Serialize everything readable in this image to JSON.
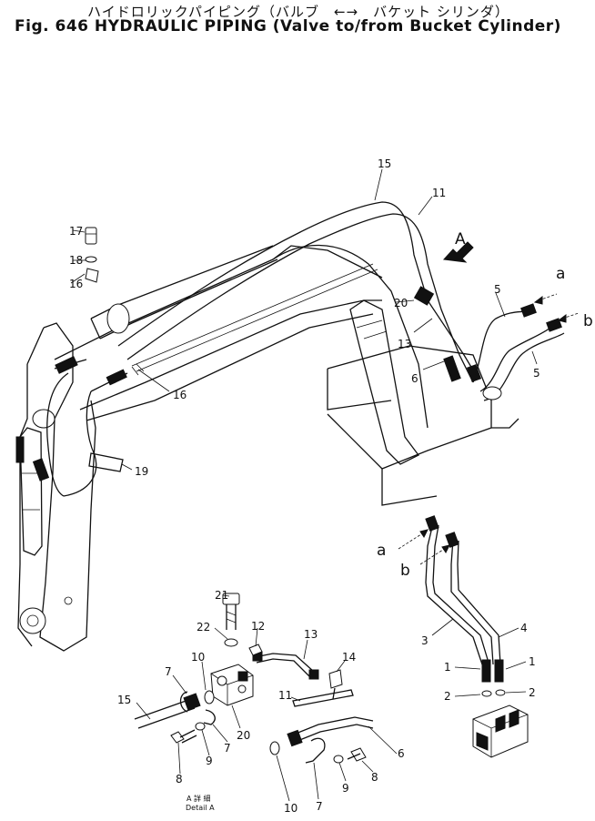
{
  "header": {
    "title_jp": "ハイドロリックパイピング（バルブ　←→　バケット シリンダ）",
    "title_en": "Fig. 646 HYDRAULIC PIPING (Valve to/from Bucket Cylinder)"
  },
  "view_marker": "A",
  "ports": {
    "a": "a",
    "b": "b"
  },
  "callouts": {
    "c1": "1",
    "c2": "2",
    "c3": "3",
    "c4": "4",
    "c5": "5",
    "c6": "6",
    "c7": "7",
    "c8": "8",
    "c9": "9",
    "c10": "10",
    "c11": "11",
    "c12": "12",
    "c13": "13",
    "c14": "14",
    "c15": "15",
    "c16": "16",
    "c17": "17",
    "c18": "18",
    "c19": "19",
    "c20": "20",
    "c21": "21",
    "c22": "22"
  },
  "detail_caption": {
    "jp": "A 詳 細",
    "en": "Detail A"
  }
}
